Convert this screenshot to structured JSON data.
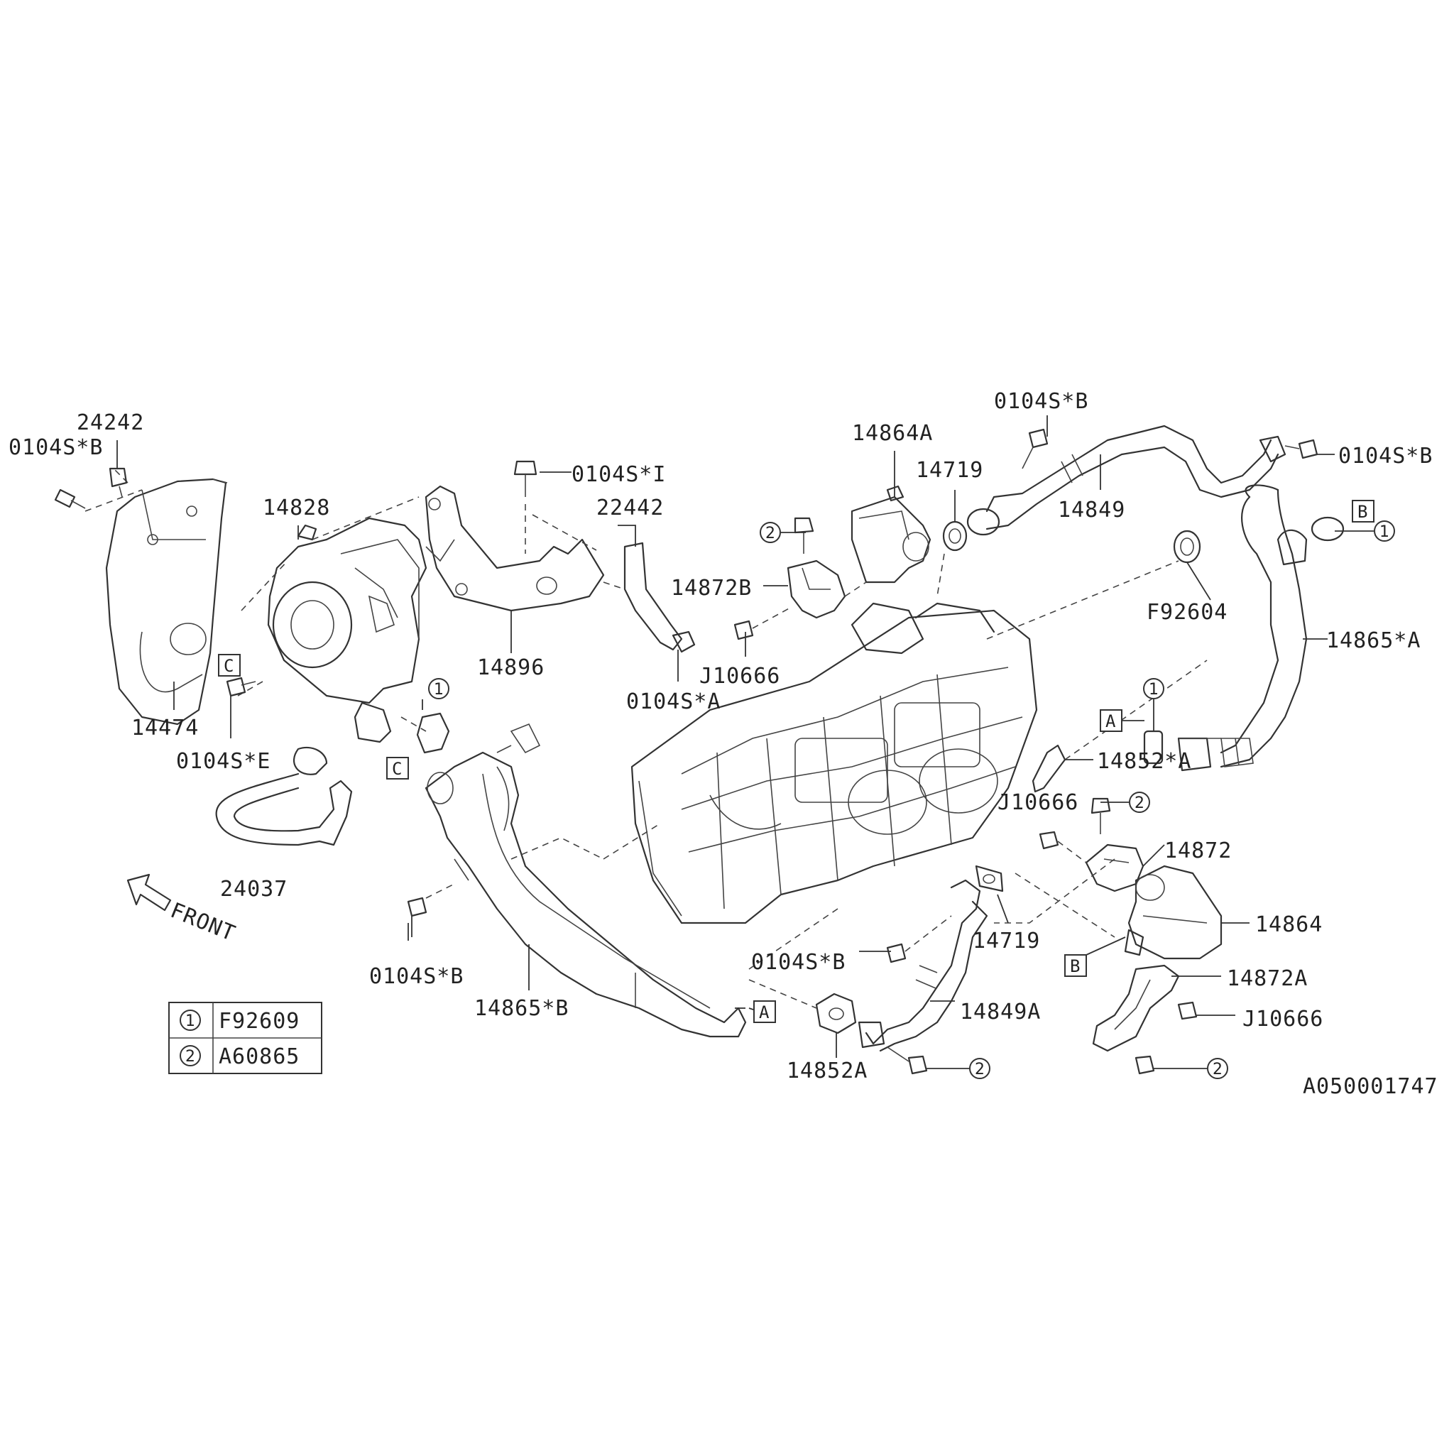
{
  "parts": {
    "p24242": "24242",
    "p0104sb_tl": "0104S*B",
    "p14828": "14828",
    "p0104si": "0104S*I",
    "p22442": "22442",
    "p14864a": "14864A",
    "p0104sb_top": "0104S*B",
    "p14719_top": "14719",
    "p14849": "14849",
    "p0104sb_tr": "0104S*B",
    "p14872b": "14872B",
    "pF92604": "F92604",
    "p14865a": "14865*A",
    "pJ10666_mid": "J10666",
    "p14896": "14896",
    "p0104sa": "0104S*A",
    "p14474": "14474",
    "p0104se": "0104S*E",
    "p14852a_star": "14852*A",
    "pJ10666_r": "J10666",
    "p14872": "14872",
    "p24037": "24037",
    "p14864": "14864",
    "p14719_bot": "14719",
    "p0104sb_bl": "0104S*B",
    "p0104sb_bm": "0104S*B",
    "p14872a": "14872A",
    "p14865b": "14865*B",
    "p14849a": "14849A",
    "pJ10666_b": "J10666",
    "p14852a": "14852A",
    "front": "FRONT",
    "diagram_id": "A050001747"
  },
  "refs": {
    "box_a": "A",
    "box_b": "B",
    "box_c": "C",
    "circle_1": "1",
    "circle_2": "2"
  },
  "legend": {
    "row1_num": "1",
    "row1_part": "F92609",
    "row2_num": "2",
    "row2_part": "A60865"
  }
}
